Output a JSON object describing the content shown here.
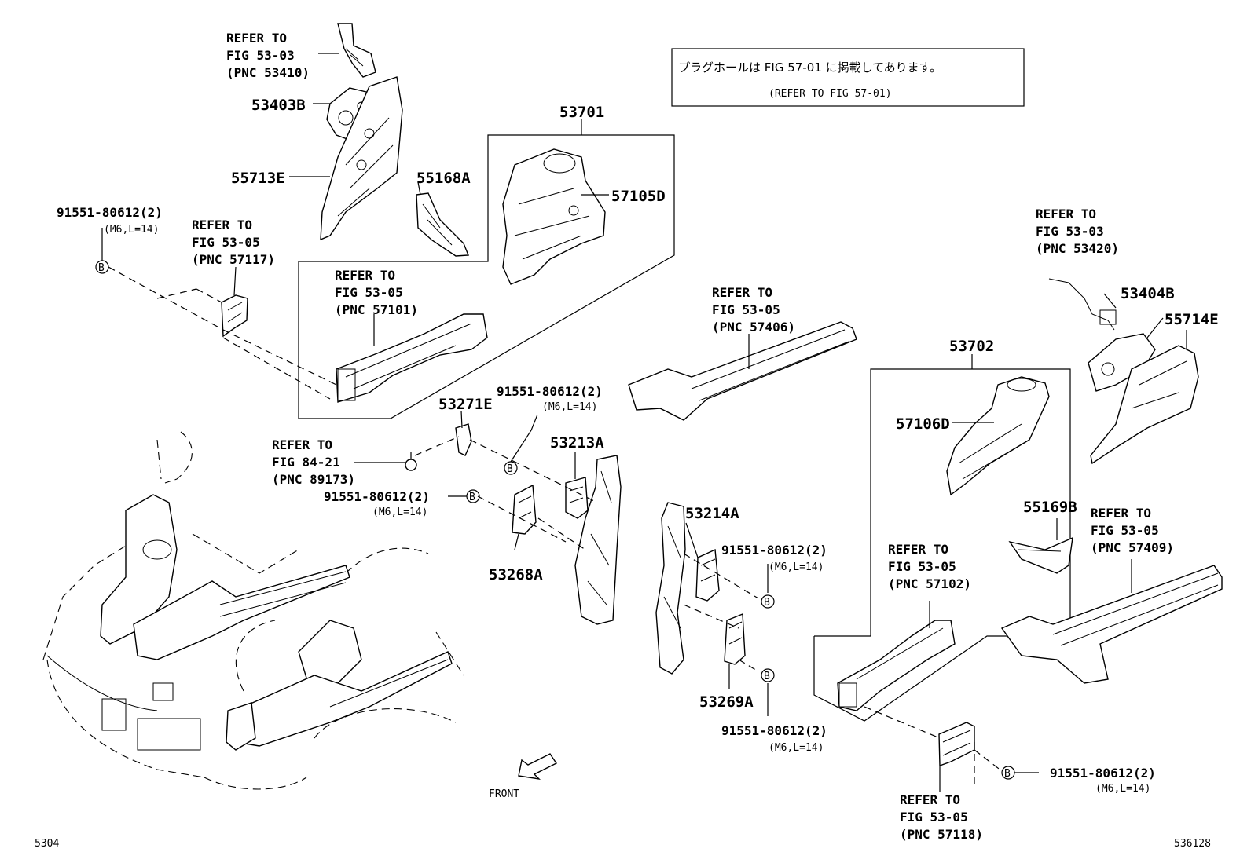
{
  "note": {
    "jp": "プラグホールは FIG 57-01 に掲載してあります。",
    "en": "(REFER TO FIG 57-01)"
  },
  "callouts": [
    {
      "id": "ref-53410",
      "lines": [
        "REFER TO",
        "FIG 53-03",
        "(PNC 53410)"
      ]
    },
    {
      "id": "p-53403b",
      "lines": [
        "53403B"
      ]
    },
    {
      "id": "p-55713e",
      "lines": [
        "55713E"
      ]
    },
    {
      "id": "p-55168a",
      "lines": [
        "55168A"
      ]
    },
    {
      "id": "p-53701",
      "lines": [
        "53701"
      ]
    },
    {
      "id": "p-57105d",
      "lines": [
        "57105D"
      ]
    },
    {
      "id": "bolt-1",
      "lines": [
        "91551-80612(2)",
        "(M6,L=14)"
      ]
    },
    {
      "id": "ref-57117",
      "lines": [
        "REFER TO",
        "FIG 53-05",
        "(PNC 57117)"
      ]
    },
    {
      "id": "ref-57101",
      "lines": [
        "REFER TO",
        "FIG 53-05",
        "(PNC 57101)"
      ]
    },
    {
      "id": "ref-57406",
      "lines": [
        "REFER TO",
        "FIG 53-05",
        "(PNC 57406)"
      ]
    },
    {
      "id": "ref-53420",
      "lines": [
        "REFER TO",
        "FIG 53-03",
        "(PNC 53420)"
      ]
    },
    {
      "id": "p-53404b",
      "lines": [
        "53404B"
      ]
    },
    {
      "id": "p-55714e",
      "lines": [
        "55714E"
      ]
    },
    {
      "id": "p-53702",
      "lines": [
        "53702"
      ]
    },
    {
      "id": "p-57106d",
      "lines": [
        "57106D"
      ]
    },
    {
      "id": "bolt-2",
      "lines": [
        "91551-80612(2)",
        "(M6,L=14)"
      ]
    },
    {
      "id": "p-53271e",
      "lines": [
        "53271E"
      ]
    },
    {
      "id": "ref-89173",
      "lines": [
        "REFER TO",
        "FIG 84-21",
        "(PNC 89173)"
      ]
    },
    {
      "id": "p-53213a",
      "lines": [
        "53213A"
      ]
    },
    {
      "id": "bolt-3",
      "lines": [
        "91551-80612(2)",
        "(M6,L=14)"
      ]
    },
    {
      "id": "p-53268a",
      "lines": [
        "53268A"
      ]
    },
    {
      "id": "p-53214a",
      "lines": [
        "53214A"
      ]
    },
    {
      "id": "bolt-4",
      "lines": [
        "91551-80612(2)",
        "(M6,L=14)"
      ]
    },
    {
      "id": "p-55169b",
      "lines": [
        "55169B"
      ]
    },
    {
      "id": "ref-57409",
      "lines": [
        "REFER TO",
        "FIG 53-05",
        "(PNC 57409)"
      ]
    },
    {
      "id": "ref-57102",
      "lines": [
        "REFER TO",
        "FIG 53-05",
        "(PNC 57102)"
      ]
    },
    {
      "id": "p-53269a",
      "lines": [
        "53269A"
      ]
    },
    {
      "id": "bolt-5",
      "lines": [
        "91551-80612(2)",
        "(M6,L=14)"
      ]
    },
    {
      "id": "bolt-6",
      "lines": [
        "91551-80612(2)",
        "(M6,L=14)"
      ]
    },
    {
      "id": "ref-57118",
      "lines": [
        "REFER TO",
        "FIG 53-05",
        "(PNC 57118)"
      ]
    }
  ],
  "front_label": "FRONT",
  "bolt_marker": "B",
  "page_code": "5304",
  "illustration_code": "536128"
}
